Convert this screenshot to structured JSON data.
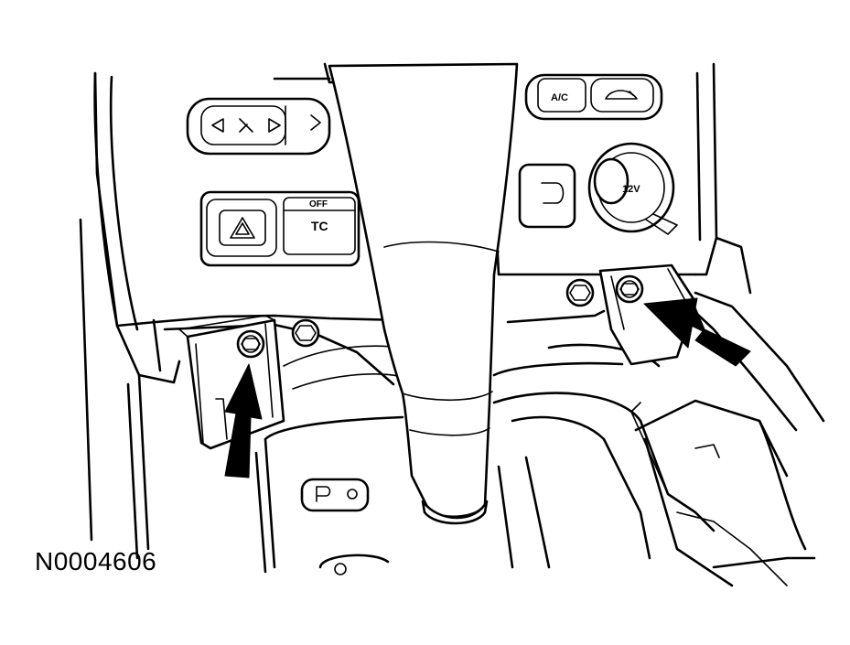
{
  "figure": {
    "id_label": "N0004606",
    "switch_labels": {
      "ac": "A/C",
      "traction_off": "OFF",
      "traction_control": "TC",
      "power_point": "12V"
    },
    "icons": [
      "hazard-triangle-icon",
      "fan-speed-icon",
      "recirculation-icon",
      "cup-holder-icon",
      "arrow-icon"
    ]
  }
}
